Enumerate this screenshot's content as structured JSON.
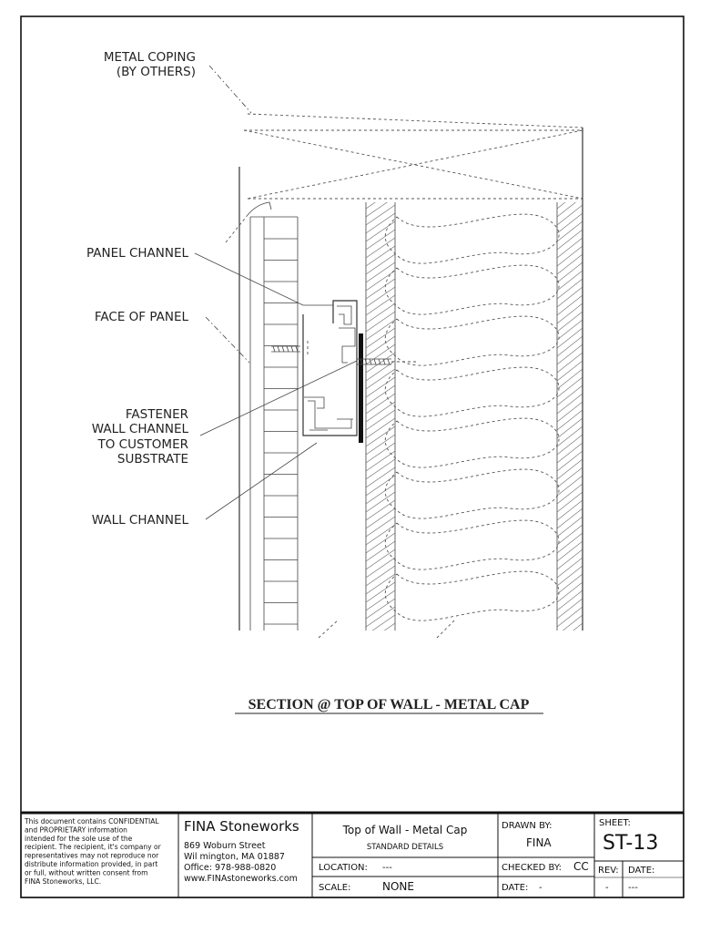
{
  "labels": {
    "metal_coping_1": "METAL COPING",
    "metal_coping_2": "(BY OTHERS)",
    "panel_channel": "PANEL CHANNEL",
    "face_of_panel": "FACE OF PANEL",
    "fastener_1": "FASTENER",
    "fastener_2": "WALL CHANNEL",
    "fastener_3": "TO CUSTOMER",
    "fastener_4": "SUBSTRATE",
    "wall_channel": "WALL CHANNEL"
  },
  "drawing_title": "SECTION @ TOP OF WALL - METAL CAP",
  "title_block": {
    "confidential": [
      "This document contains CONFIDENTIAL",
      "and PROPRIETARY information",
      "intended for the sole use of the",
      "recipient. The recipient, it's company or",
      "representatives may not reproduce nor",
      "distribute information provided, in part",
      "or full, without written consent from",
      "FINA Stoneworks, LLC."
    ],
    "company": "FINA Stoneworks",
    "address_1": "869 Woburn Street",
    "address_2": "Wil mington, MA 01887",
    "office": "Office: 978-988-0820",
    "web": "www.FINAstoneworks.com",
    "title": "Top of Wall - Metal Cap",
    "subtitle": "STANDARD DETAILS",
    "location_label": "LOCATION:",
    "location_value": "---",
    "scale_label": "SCALE:",
    "scale_value": "NONE",
    "drawn_by_label": "DRAWN BY:",
    "drawn_by_value": "FINA",
    "checked_by_label": "CHECKED BY:",
    "checked_by_value": "CC",
    "date_label": "DATE:",
    "date_value": "-",
    "sheet_label": "SHEET:",
    "sheet_value": "ST-13",
    "rev_label": "REV:",
    "rev_value": "-",
    "rev_date_label": "DATE:",
    "rev_date_value": "---"
  }
}
